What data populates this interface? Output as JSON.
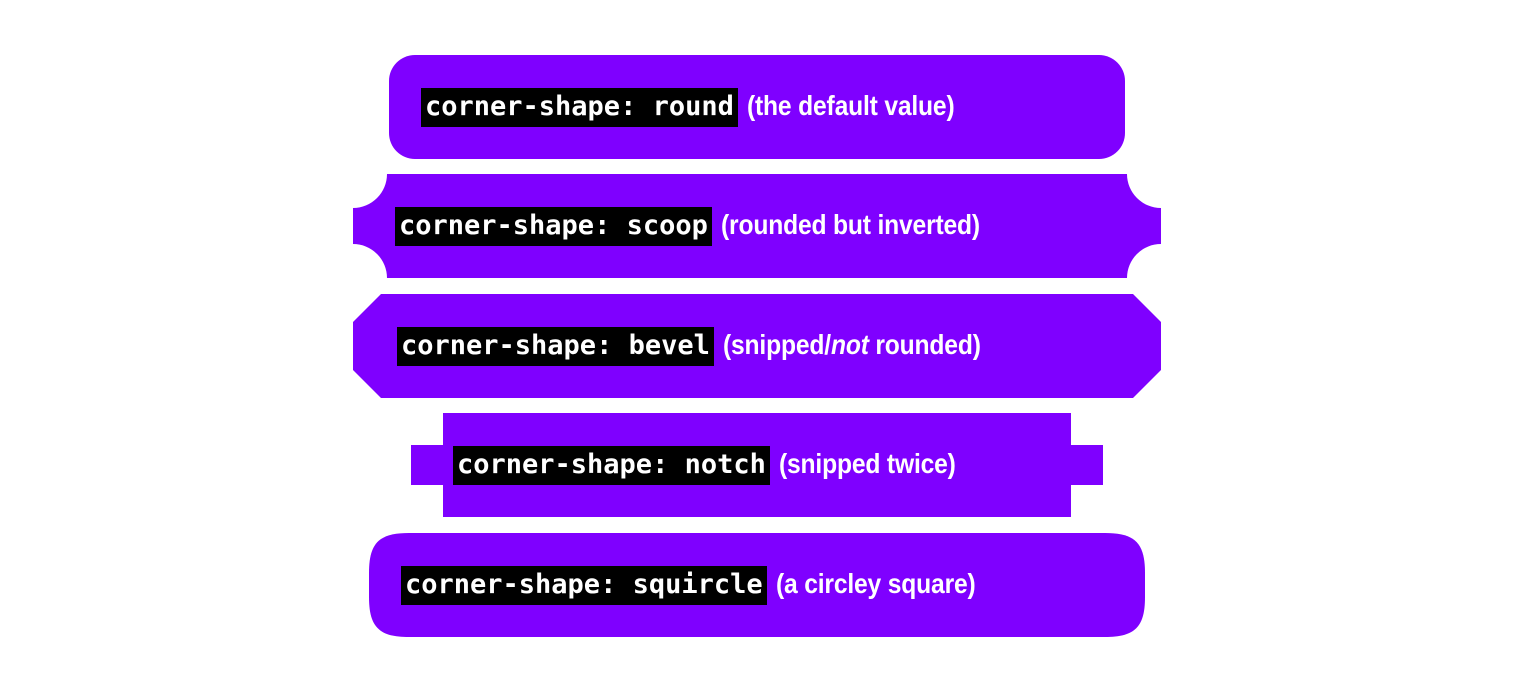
{
  "theme": {
    "background": "#ffffff",
    "shape_fill": "#7F00FF",
    "code_bg": "#000000",
    "code_fg": "#ffffff",
    "note_fg": "#ffffff"
  },
  "rows": [
    {
      "id": "round",
      "shape_name": "round",
      "code": "corner-shape: round",
      "note_prefix": "(the default value)",
      "note_italic": "",
      "note_suffix": ""
    },
    {
      "id": "scoop",
      "shape_name": "scoop",
      "code": "corner-shape: scoop",
      "note_prefix": "(rounded but inverted)",
      "note_italic": "",
      "note_suffix": ""
    },
    {
      "id": "bevel",
      "shape_name": "bevel",
      "code": "corner-shape: bevel",
      "note_prefix": "(snipped/",
      "note_italic": "not",
      "note_suffix": " rounded)"
    },
    {
      "id": "notch",
      "shape_name": "notch",
      "code": "corner-shape: notch",
      "note_prefix": "(snipped twice)",
      "note_italic": "",
      "note_suffix": ""
    },
    {
      "id": "squircle",
      "shape_name": "squircle",
      "code": "corner-shape: squircle",
      "note_prefix": "(a circley square)",
      "note_italic": "",
      "note_suffix": ""
    }
  ]
}
